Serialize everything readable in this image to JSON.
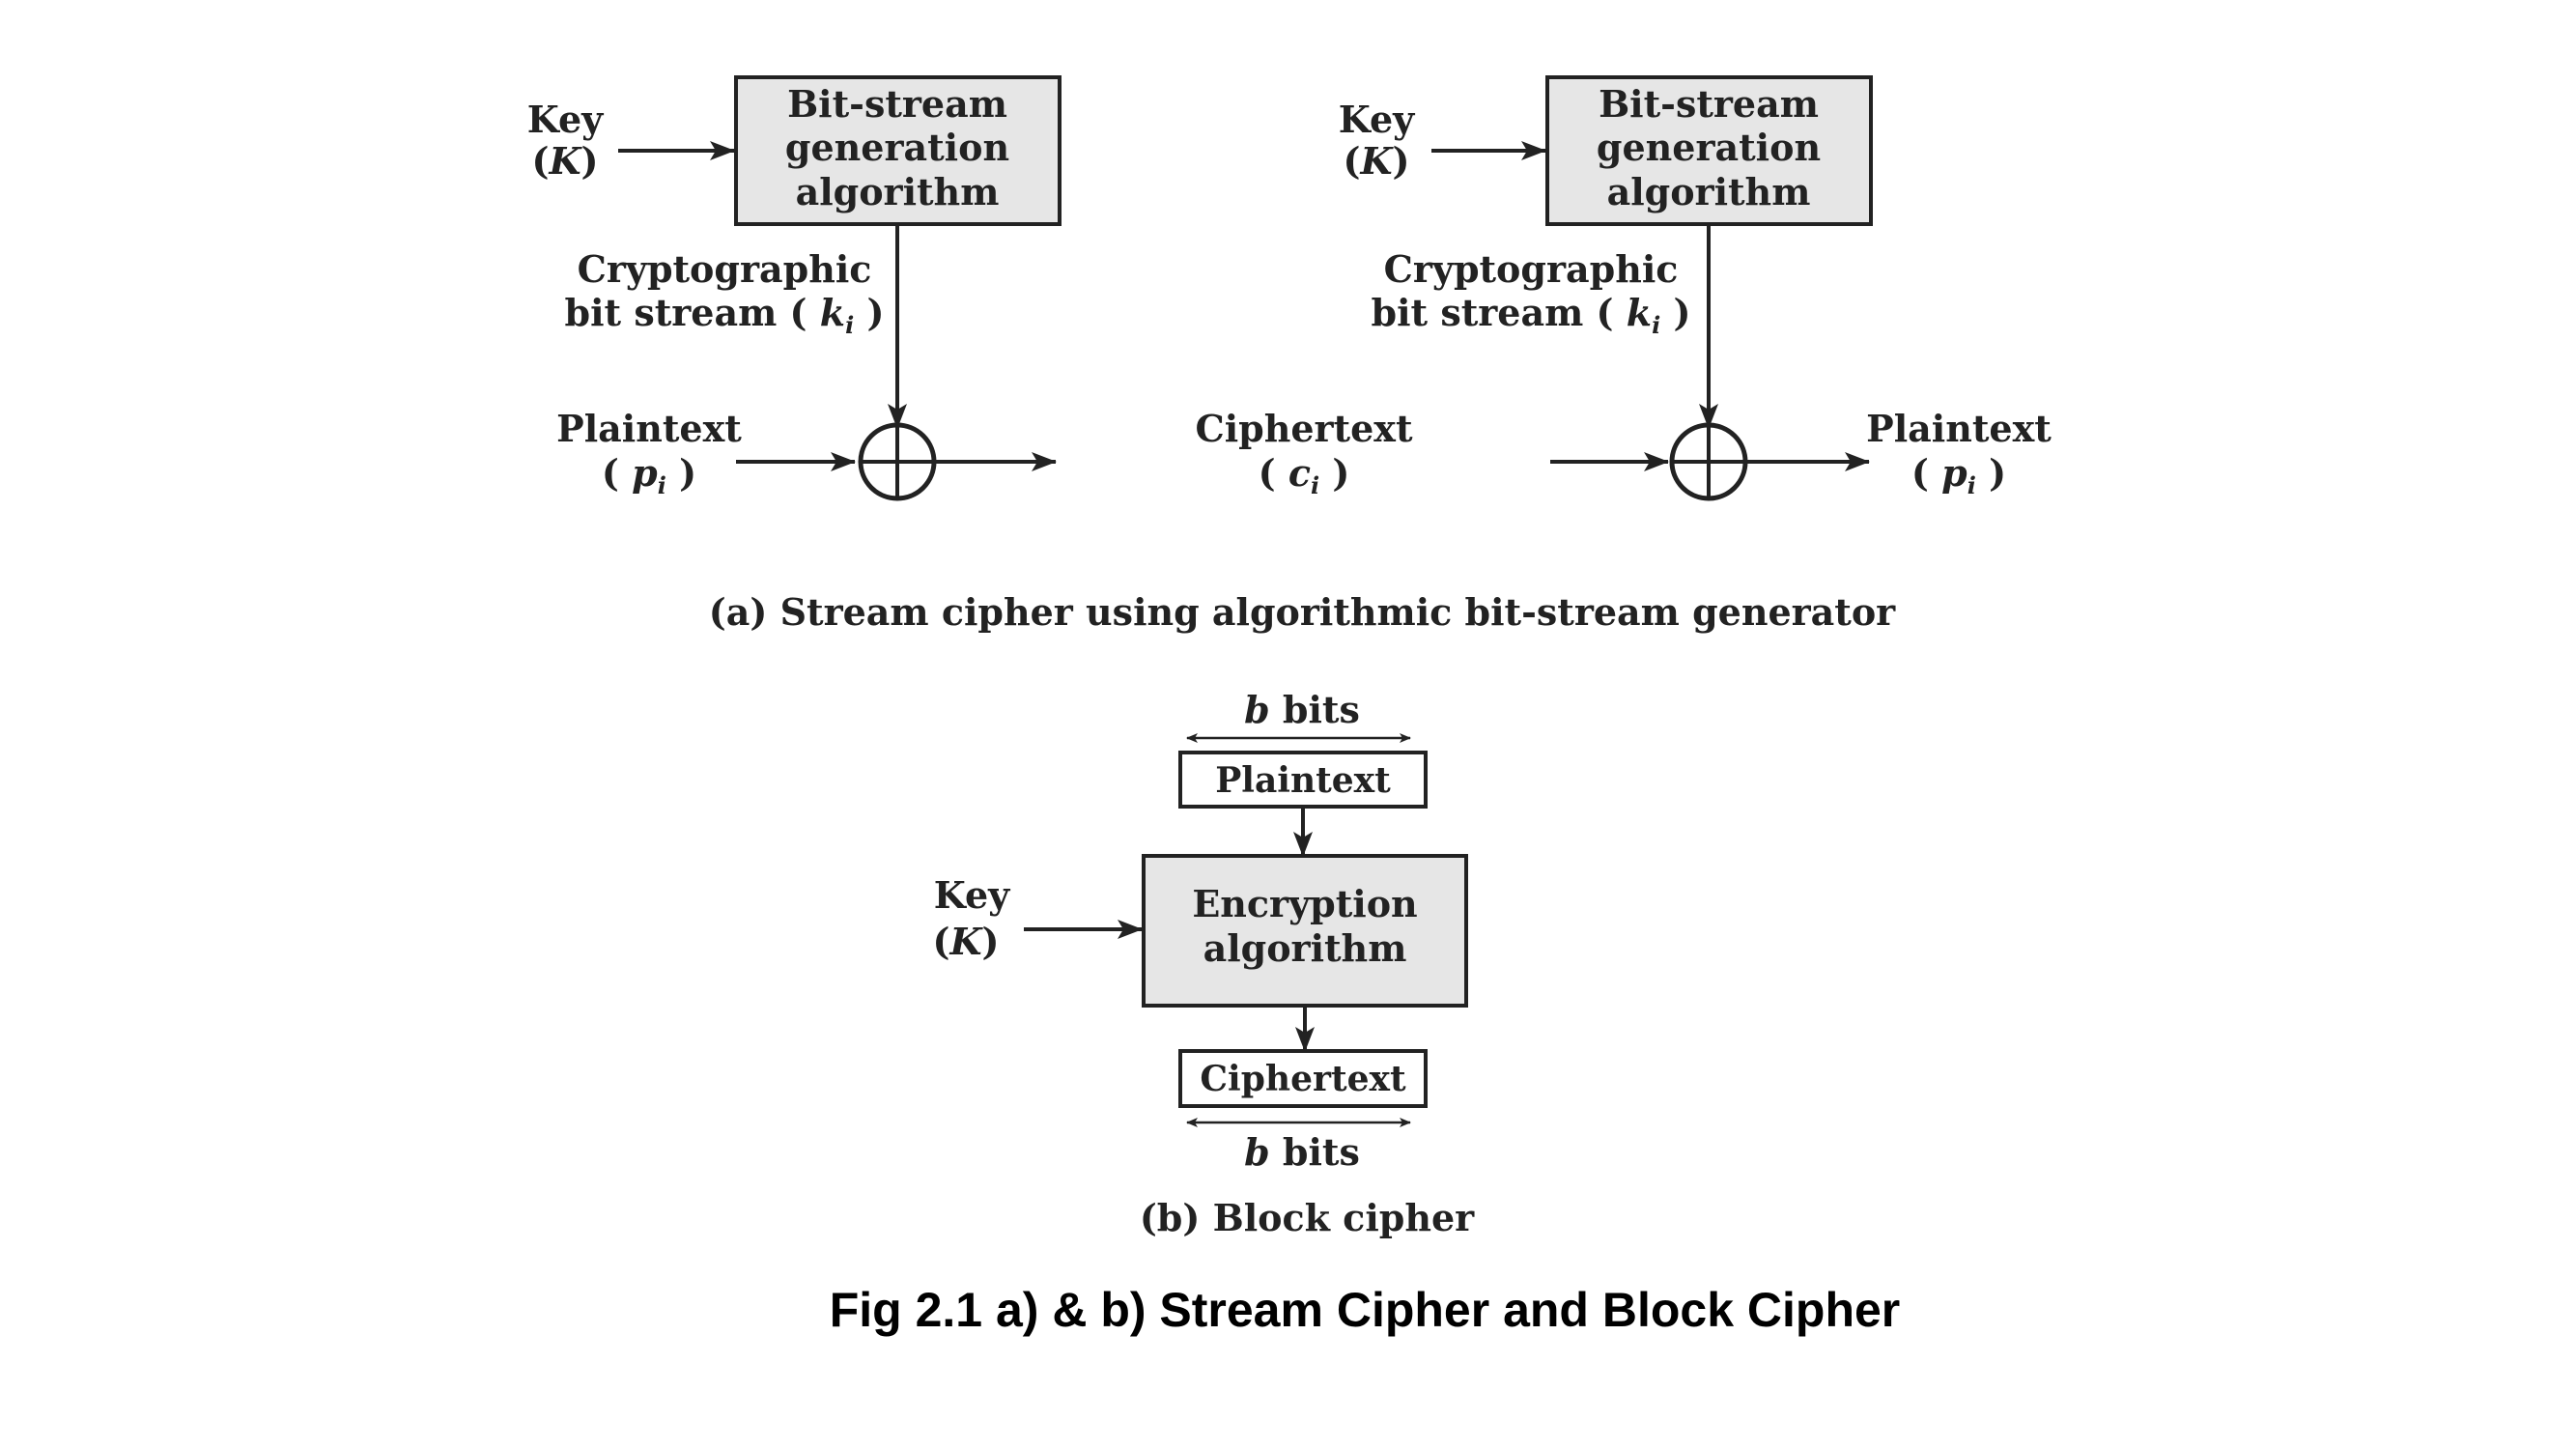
{
  "panel_a": {
    "encrypt": {
      "key_label": "Key",
      "key_symbol": "K",
      "generator_box": [
        "Bit-stream",
        "generation",
        "algorithm"
      ],
      "stream_label": "Cryptographic",
      "stream_label_2": "bit stream",
      "stream_symbol": "k",
      "stream_subscript": "i",
      "input_label": "Plaintext",
      "input_symbol": "p",
      "input_subscript": "i"
    },
    "decrypt": {
      "key_label": "Key",
      "key_symbol": "K",
      "generator_box": [
        "Bit-stream",
        "generation",
        "algorithm"
      ],
      "stream_label": "Cryptographic",
      "stream_label_2": "bit stream",
      "stream_symbol": "k",
      "stream_subscript": "i",
      "input_label": "Ciphertext",
      "input_symbol": "c",
      "input_subscript": "i",
      "output_label": "Plaintext",
      "output_symbol": "p",
      "output_subscript": "i"
    },
    "caption": "(a) Stream cipher using algorithmic bit-stream generator"
  },
  "panel_b": {
    "top_width_label": "b",
    "top_width_unit": "bits",
    "plaintext_box": "Plaintext",
    "key_label": "Key",
    "key_symbol": "K",
    "encryption_box": [
      "Encryption",
      "algorithm"
    ],
    "ciphertext_box": "Ciphertext",
    "bottom_width_label": "b",
    "bottom_width_unit": "bits",
    "caption": "(b) Block cipher"
  },
  "figure_caption": "Fig 2.1 a) & b) Stream Cipher and Block Cipher"
}
